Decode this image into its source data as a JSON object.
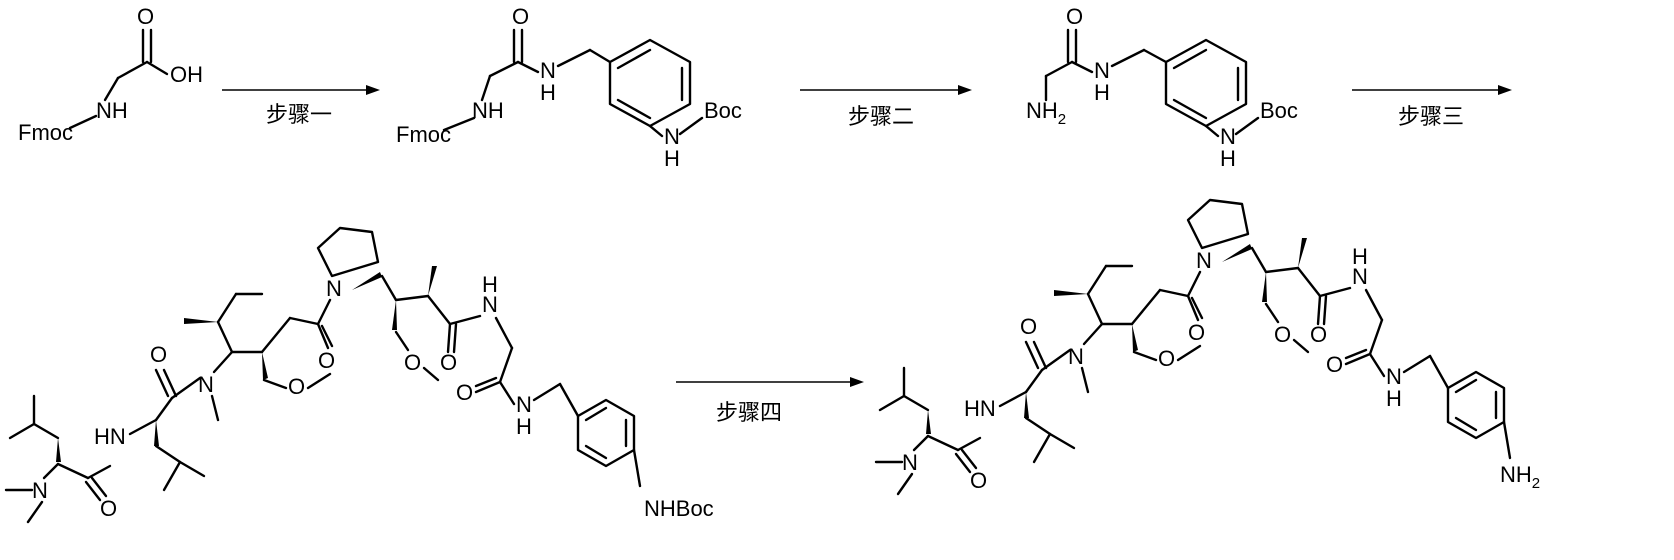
{
  "steps": [
    "步骤一",
    "步骤二",
    "步骤三",
    "步骤四"
  ],
  "atoms": {
    "O": "O",
    "OH": "OH",
    "NH": "NH",
    "N": "N",
    "H": "H",
    "Fmoc": "Fmoc",
    "Boc": "Boc",
    "NHBoc": "NHBoc",
    "NH2_prefix": "NH",
    "sub2": "2",
    "HN": "HN"
  }
}
